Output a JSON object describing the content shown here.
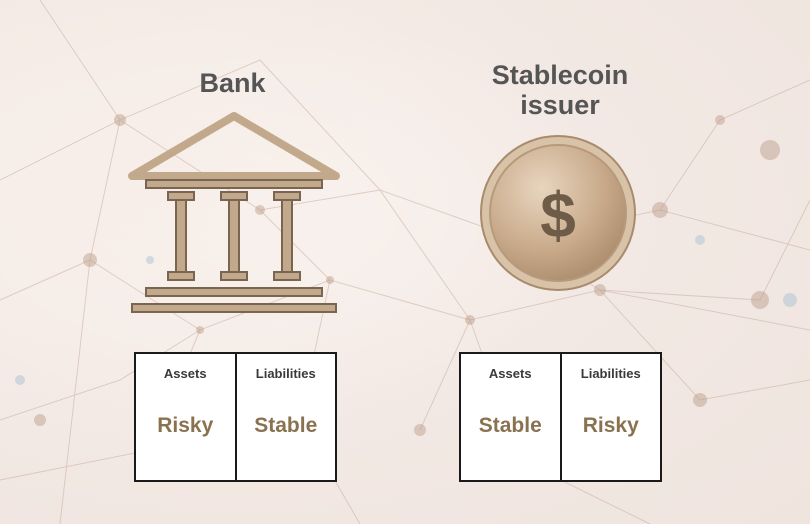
{
  "colors": {
    "accent": "#bca285",
    "accent_dark": "#8a7150",
    "text": "#555555",
    "border": "#1a1a1a"
  },
  "bank": {
    "title": "Bank",
    "icon": "bank-building-icon",
    "balance_sheet": {
      "assets_label": "Assets",
      "assets_value": "Risky",
      "liabilities_label": "Liabilities",
      "liabilities_value": "Stable"
    }
  },
  "stablecoin_issuer": {
    "title": "Stablecoin issuer",
    "icon": "dollar-coin-icon",
    "coin_symbol": "$",
    "balance_sheet": {
      "assets_label": "Assets",
      "assets_value": "Stable",
      "liabilities_label": "Liabilities",
      "liabilities_value": "Risky"
    }
  }
}
